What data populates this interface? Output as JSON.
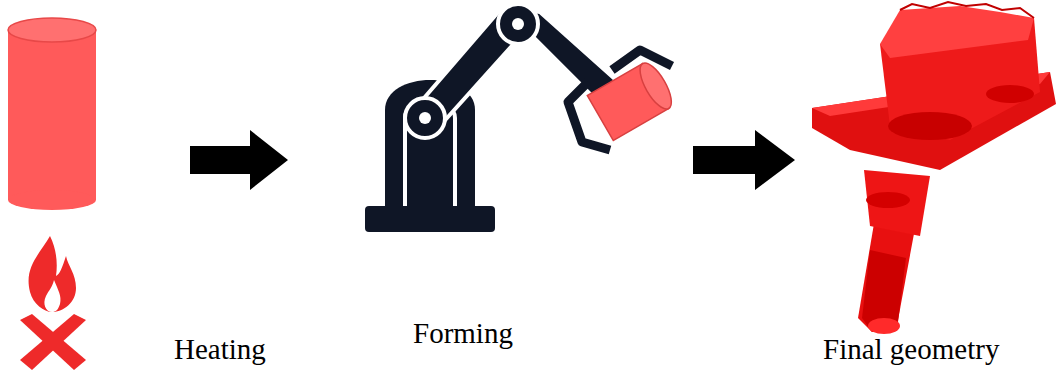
{
  "diagram": {
    "labels": [
      "Heating",
      "Forming",
      "Final geometry"
    ]
  }
}
